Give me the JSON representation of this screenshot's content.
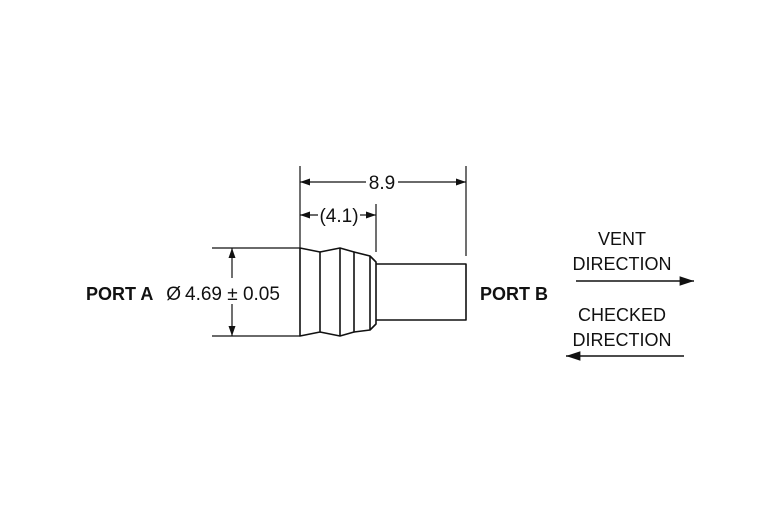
{
  "labels": {
    "port_a": "PORT A",
    "port_b": "PORT B",
    "length": "8.9",
    "sub_length": "(4.1)",
    "diameter_symbol": "Ø",
    "diameter": "4.69 ± 0.05"
  },
  "directions": {
    "vent": {
      "line1": "VENT",
      "line2": "DIRECTION"
    },
    "checked": {
      "line1": "CHECKED",
      "line2": "DIRECTION"
    }
  },
  "colors": {
    "ink": "#111111",
    "background": "#ffffff"
  }
}
